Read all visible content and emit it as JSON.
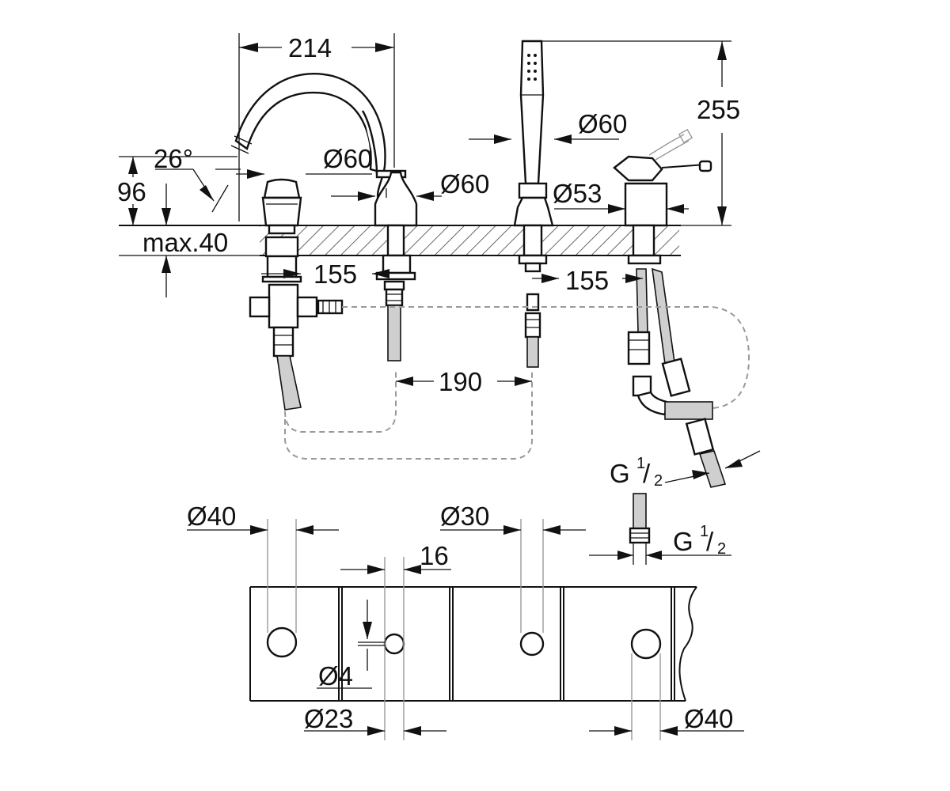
{
  "dimensions": {
    "spout_reach": "214",
    "spout_height": "255",
    "angle": "26°",
    "base_height": "96",
    "max_deck": "max.40",
    "dia_spout_a": "Ø60",
    "dia_spout_b": "Ø60",
    "dia_shower": "Ø60",
    "dia_lever": "Ø53",
    "spacing_left": "155",
    "spacing_right": "155",
    "spacing_mid": "190",
    "thread_top": "G",
    "thread_mid": "G",
    "frac_1": "1",
    "frac_2": "2",
    "frac_1b": "1",
    "frac_2b": "2",
    "hole_40_left": "Ø40",
    "hole_30": "Ø30",
    "hole_16": "16",
    "hole_4": "Ø4",
    "hole_23": "Ø23",
    "hole_40_right": "Ø40"
  },
  "colors": {
    "line": "#111111",
    "hatch": "#666666",
    "dashed": "#999999",
    "background": "#ffffff"
  }
}
